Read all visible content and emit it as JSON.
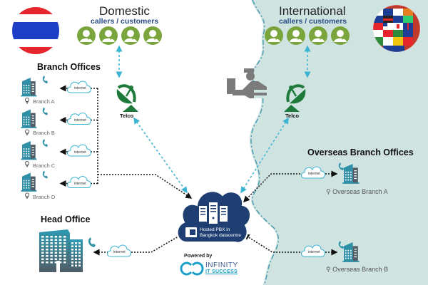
{
  "domestic": {
    "title": "Domestic",
    "subtitle": "callers / customers",
    "flag": "thailand-flag",
    "caller_count": 4
  },
  "international": {
    "title": "International",
    "subtitle": "callers / customers",
    "flag": "world-flags-globe",
    "caller_count": 4
  },
  "branch_offices": {
    "title": "Branch Offices",
    "branches": [
      {
        "label": "Branch A",
        "link": "internet"
      },
      {
        "label": "Branch B",
        "link": "internet"
      },
      {
        "label": "Branch C",
        "link": "internet"
      },
      {
        "label": "Branch D",
        "link": "internet"
      }
    ]
  },
  "head_office": {
    "title": "Head Office",
    "link": "internet"
  },
  "telco": {
    "domestic_label": "Telco",
    "international_label": "Telco"
  },
  "pbx": {
    "line1": "Hosted PBX in",
    "line2": "Bangkok datacentre"
  },
  "overseas": {
    "title": "Overseas Branch Offices",
    "branches": [
      {
        "label": "Overseas Branch A",
        "link": "internet"
      },
      {
        "label": "Overseas Branch B",
        "link": "internet"
      }
    ]
  },
  "branding": {
    "powered_by": "Powered by",
    "name_line1": "INFINITY",
    "name_line2": "IT SUCCESS"
  },
  "colors": {
    "international_bg": "#cfe3e1",
    "caller_green": "#7aa53c",
    "telco_green": "#1e7a3a",
    "building_teal": "#2f8fa6",
    "pbx_navy": "#1f3f72",
    "dashed_blue": "#3bb3d3",
    "border_line": "#4a9cb0"
  }
}
